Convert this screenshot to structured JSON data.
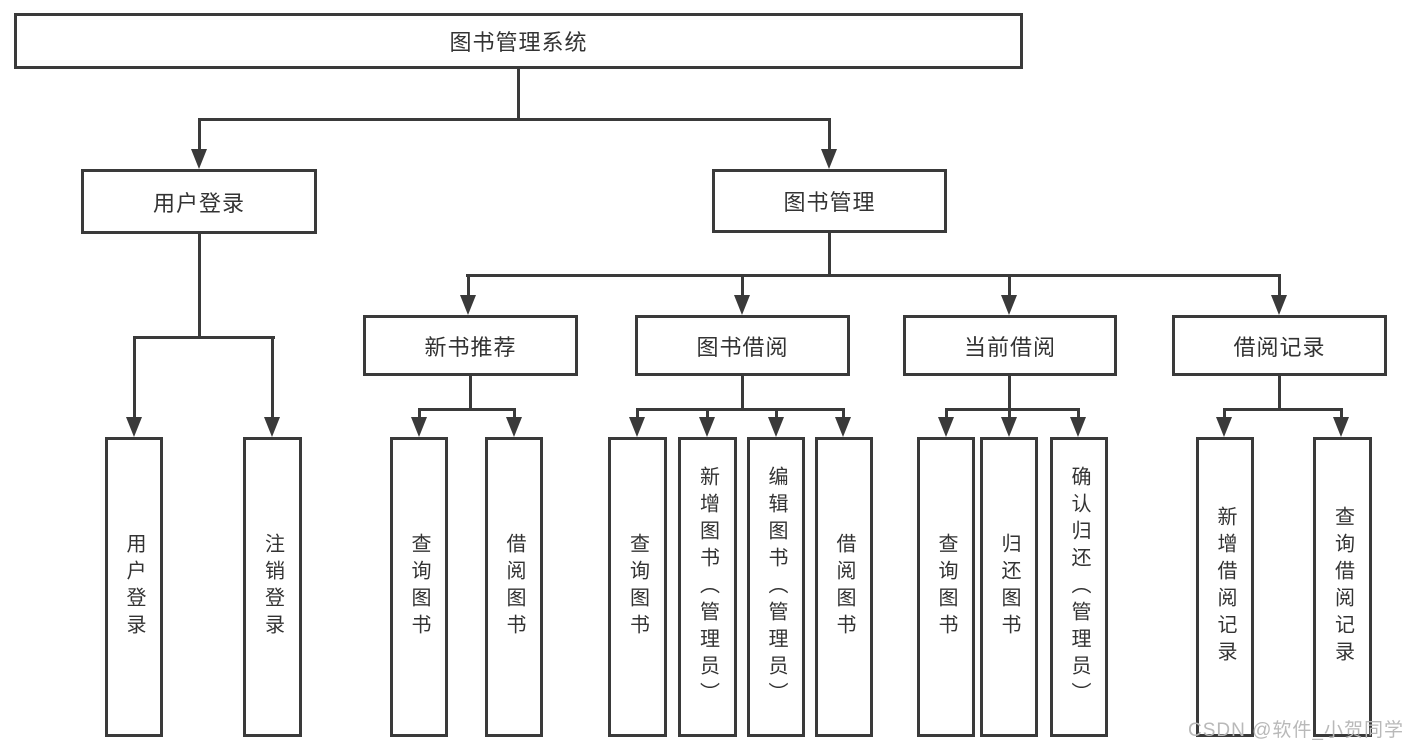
{
  "diagram": {
    "type": "hierarchy-tree",
    "tree": {
      "root": "图书管理系统",
      "level1": [
        {
          "label": "用户登录",
          "leaves": [
            "用户登录",
            "注销登录"
          ]
        },
        {
          "label": "图书管理",
          "sections": [
            {
              "label": "新书推荐",
              "leaves": [
                "查询图书",
                "借阅图书"
              ]
            },
            {
              "label": "图书借阅",
              "leaves": [
                "查询图书",
                "新增图书（管理员）",
                "编辑图书（管理员）",
                "借阅图书"
              ]
            },
            {
              "label": "当前借阅",
              "leaves": [
                "查询图书",
                "归还图书",
                "确认归还（管理员）"
              ]
            },
            {
              "label": "借阅记录",
              "leaves": [
                "新增借阅记录",
                "查询借阅记录"
              ]
            }
          ]
        }
      ]
    },
    "colors": {
      "line": "#3a3a3a",
      "text": "#333333",
      "background": "#ffffff",
      "watermark": "#b9b9b9"
    }
  },
  "watermark": "CSDN @软件_小贺同学"
}
